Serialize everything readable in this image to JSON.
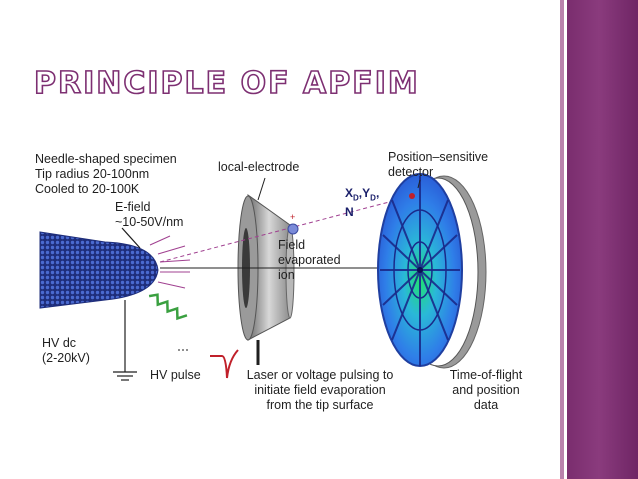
{
  "slide": {
    "title": "PRINCIPLE OF APFIM",
    "colors": {
      "sidebar": "#7a2d6e",
      "title_outline": "#7d2f72",
      "specimen": "#2a3f9e",
      "detector": "#3aa0ff",
      "pulse": "#c0202a",
      "laser_wave": "#3aa040",
      "ion": "#7a8ad8"
    }
  },
  "diagram": {
    "specimen_label": [
      "Needle-shaped specimen",
      "Tip radius 20-100nm",
      "Cooled to 20-100K"
    ],
    "efield_label": [
      "E-field",
      "~10-50V/nm"
    ],
    "electrode_label": "local-electrode",
    "detector_label": [
      "Position–sensitive",
      "detector"
    ],
    "coordinates_label": {
      "x": "X",
      "x_sub": "D",
      "y": "Y",
      "y_sub": "D",
      "n": "N"
    },
    "ion_label": [
      "Field",
      "evaporated",
      "ion"
    ],
    "hv_dc_label": [
      "HV dc",
      "(2-20kV)"
    ],
    "hv_pulse_label": "HV pulse",
    "pulsing_label": [
      "Laser or voltage pulsing to",
      "initiate field evaporation",
      "from the tip surface"
    ],
    "tof_label": [
      "Time-of-flight",
      "and position",
      "data"
    ]
  }
}
